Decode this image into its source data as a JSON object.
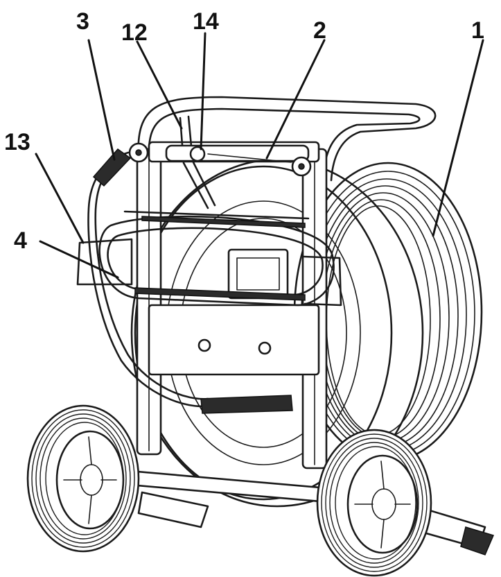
{
  "callouts": [
    {
      "id": "c1",
      "label": "1"
    },
    {
      "id": "c2",
      "label": "2"
    },
    {
      "id": "c3",
      "label": "3"
    },
    {
      "id": "c4",
      "label": "4"
    },
    {
      "id": "c12",
      "label": "12"
    },
    {
      "id": "c13",
      "label": "13"
    },
    {
      "id": "c14",
      "label": "14"
    }
  ]
}
